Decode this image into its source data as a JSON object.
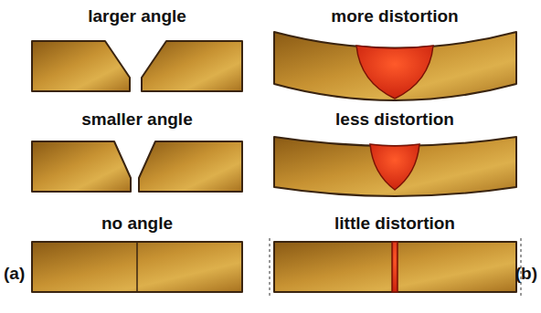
{
  "diagram": {
    "labels": [
      "larger angle",
      "more distortion",
      "smaller angle",
      "less distortion",
      "no angle",
      "little distortion",
      "(a)",
      "(b)"
    ]
  }
}
